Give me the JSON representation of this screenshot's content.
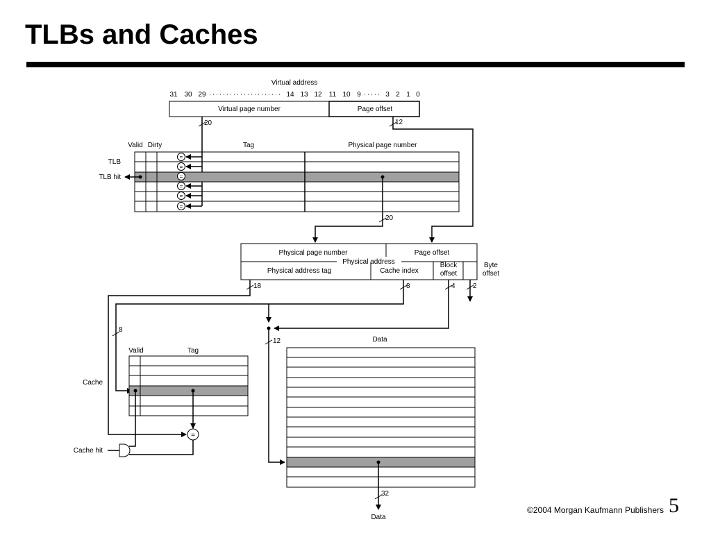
{
  "slide": {
    "title": "TLBs and Caches",
    "copyright_symbol": "©",
    "copyright_text": "2004 Morgan Kaufmann Publishers",
    "page_number": "5"
  },
  "virtual_address": {
    "label": "Virtual address",
    "bit_labels": {
      "b31": "31",
      "b30": "30",
      "b29": "29",
      "b14": "14",
      "b13": "13",
      "b12": "12",
      "b11": "11",
      "b10": "10",
      "b9": "9",
      "b3": "3",
      "b2": "2",
      "b1": "1",
      "b0": "0"
    },
    "fields": {
      "vpn": "Virtual page number",
      "offset": "Page offset"
    },
    "widths": {
      "vpn": "20",
      "offset": "12"
    }
  },
  "tlb": {
    "label": "TLB",
    "hit_label": "TLB hit",
    "columns": {
      "valid": "Valid",
      "dirty": "Dirty",
      "tag": "Tag",
      "ppn": "Physical page number"
    },
    "comparator_symbol": "=",
    "ppn_width": "20"
  },
  "physical_address": {
    "label": "Physical address",
    "fields": {
      "ppn": "Physical page number",
      "offset": "Page offset",
      "tag": "Physical address tag",
      "index": "Cache index",
      "block_offset": "Block offset",
      "byte_offset": "Byte offset"
    },
    "widths": {
      "tag": "18",
      "index": "8",
      "block_offset": "4",
      "byte_offset": "2"
    }
  },
  "cache": {
    "label": "Cache",
    "hit_label": "Cache hit",
    "columns": {
      "valid": "Valid",
      "tag": "Tag"
    },
    "index_width": "8",
    "comparator_symbol": "="
  },
  "data_array": {
    "label": "Data",
    "address_width": "12",
    "output_width": "32",
    "output_label": "Data"
  },
  "colors": {
    "highlight": "#a0a0a0",
    "line": "#000000"
  }
}
